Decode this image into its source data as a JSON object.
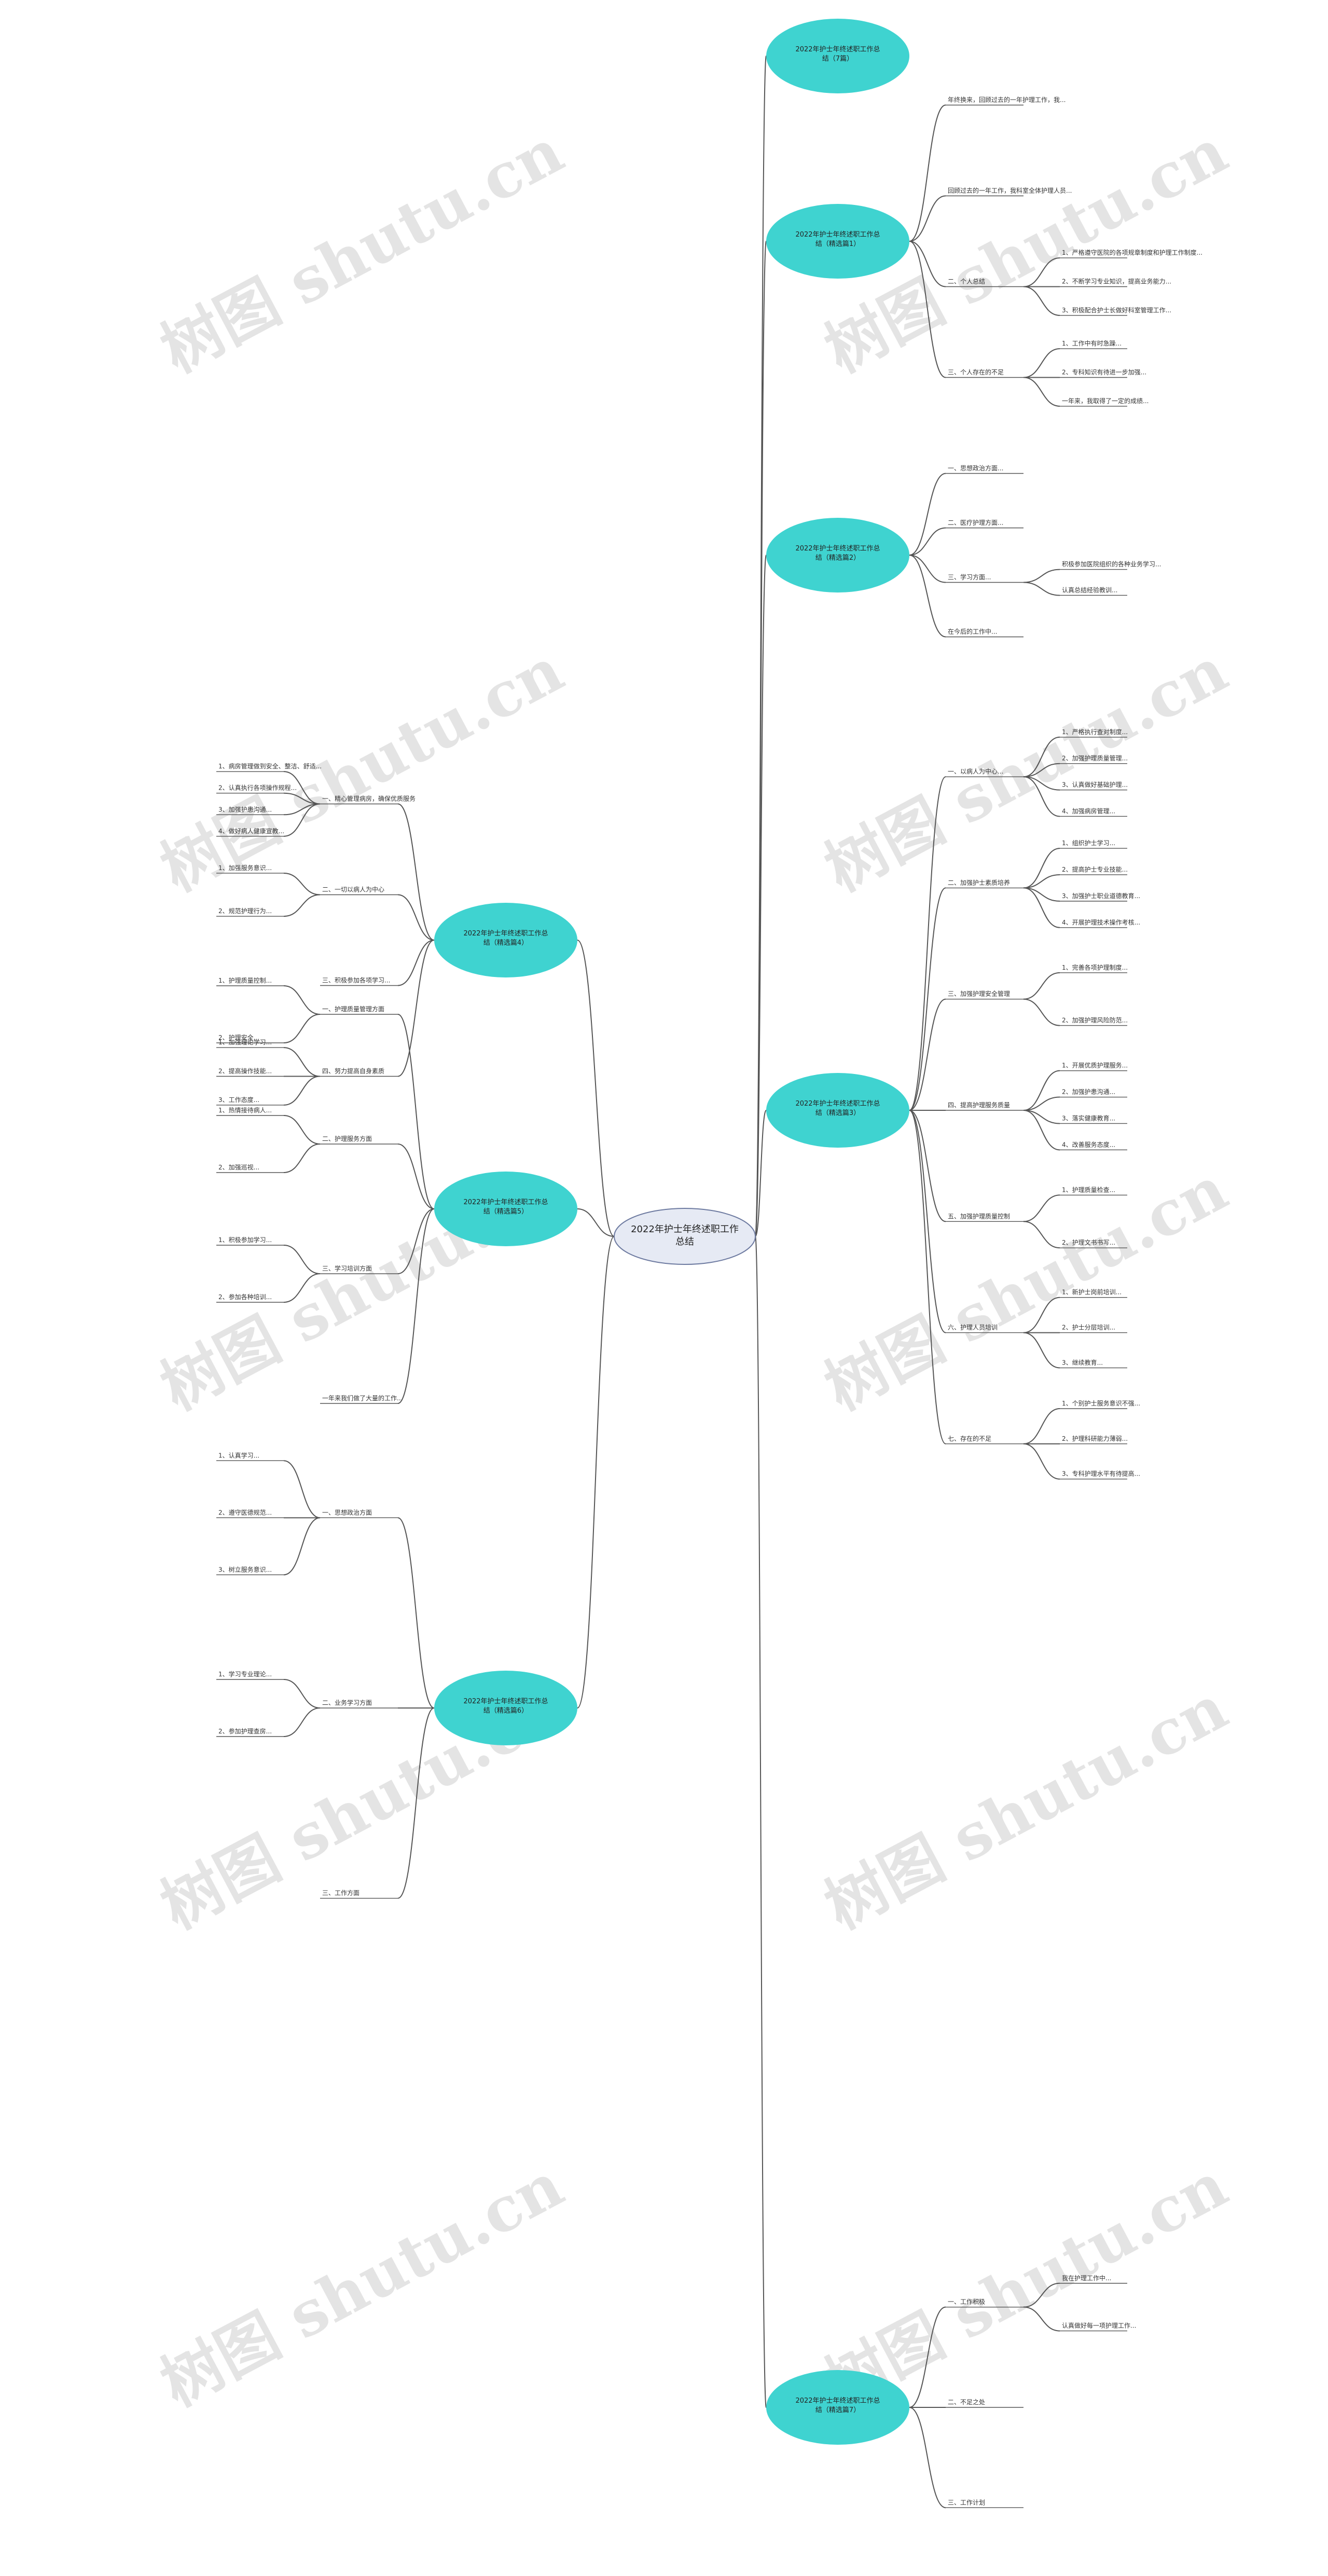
{
  "watermark": "树图 shutu.cn",
  "colors": {
    "topic_fill": "#3fd3d0",
    "root_fill": "#e6eaf4",
    "line": "#555555"
  },
  "root": "2022年护士年终述职工作总结",
  "branches": [
    {
      "title": "2022年护士年终述职工作总结（7篇）",
      "children": []
    },
    {
      "title": "2022年护士年终述职工作总结（精选篇1）",
      "children": [
        {
          "text": "年终换来，回顾过去的一年护理工作，我...",
          "children": []
        },
        {
          "text": "回顾过去的一年工作，我科室全体护理人员...",
          "children": []
        },
        {
          "text": "二、个人总结",
          "children": [
            {
              "text": "1、严格遵守医院的各项规章制度和护理工作制度...",
              "children": []
            },
            {
              "text": "2、不断学习专业知识，提高业务能力...",
              "children": []
            },
            {
              "text": "3、积极配合护士长做好科室管理工作...",
              "children": []
            }
          ]
        },
        {
          "text": "三、个人存在的不足",
          "children": [
            {
              "text": "1、工作中有时急躁...",
              "children": []
            },
            {
              "text": "2、专科知识有待进一步加强...",
              "children": []
            },
            {
              "text": "一年来，我取得了一定的成绩...",
              "children": []
            }
          ]
        }
      ]
    },
    {
      "title": "2022年护士年终述职工作总结（精选篇2）",
      "children": [
        {
          "text": "一、思想政治方面...",
          "children": []
        },
        {
          "text": "二、医疗护理方面...",
          "children": []
        },
        {
          "text": "三、学习方面...",
          "children": [
            {
              "text": "积极参加医院组织的各种业务学习...",
              "children": []
            },
            {
              "text": "认真总结经验教训...",
              "children": []
            }
          ]
        },
        {
          "text": "在今后的工作中...",
          "children": []
        }
      ]
    },
    {
      "title": "2022年护士年终述职工作总结（精选篇3）",
      "children": [
        {
          "text": "一、以病人为中心...",
          "children": [
            {
              "text": "1、严格执行查对制度...",
              "children": []
            },
            {
              "text": "2、加强护理质量管理...",
              "children": []
            },
            {
              "text": "3、认真做好基础护理...",
              "children": []
            },
            {
              "text": "4、加强病房管理...",
              "children": []
            }
          ]
        },
        {
          "text": "二、加强护士素质培养",
          "children": [
            {
              "text": "1、组织护士学习...",
              "children": []
            },
            {
              "text": "2、提高护士专业技能...",
              "children": []
            },
            {
              "text": "3、加强护士职业道德教育...",
              "children": []
            },
            {
              "text": "4、开展护理技术操作考核...",
              "children": []
            }
          ]
        },
        {
          "text": "三、加强护理安全管理",
          "children": [
            {
              "text": "1、完善各项护理制度...",
              "children": []
            },
            {
              "text": "2、加强护理风险防范...",
              "children": []
            }
          ]
        },
        {
          "text": "四、提高护理服务质量",
          "children": [
            {
              "text": "1、开展优质护理服务...",
              "children": []
            },
            {
              "text": "2、加强护患沟通...",
              "children": []
            },
            {
              "text": "3、落实健康教育...",
              "children": []
            },
            {
              "text": "4、改善服务态度...",
              "children": []
            }
          ]
        },
        {
          "text": "五、加强护理质量控制",
          "children": [
            {
              "text": "1、护理质量检查...",
              "children": []
            },
            {
              "text": "2、护理文书书写...",
              "children": []
            }
          ]
        },
        {
          "text": "六、护理人员培训",
          "children": [
            {
              "text": "1、新护士岗前培训...",
              "children": []
            },
            {
              "text": "2、护士分层培训...",
              "children": []
            },
            {
              "text": "3、继续教育...",
              "children": []
            }
          ]
        },
        {
          "text": "七、存在的不足",
          "children": [
            {
              "text": "1、个别护士服务意识不强...",
              "children": []
            },
            {
              "text": "2、护理科研能力薄弱...",
              "children": []
            },
            {
              "text": "3、专科护理水平有待提高...",
              "children": []
            }
          ]
        }
      ]
    },
    {
      "title": "2022年护士年终述职工作总结（精选篇4）",
      "children": [
        {
          "text": "一、精心管理病房，确保优质服务",
          "children": [
            {
              "text": "1、病房管理做到安全、整洁、舒适...",
              "children": []
            },
            {
              "text": "2、认真执行各项操作规程...",
              "children": []
            },
            {
              "text": "3、加强护患沟通...",
              "children": []
            },
            {
              "text": "4、做好病人健康宣教...",
              "children": []
            }
          ]
        },
        {
          "text": "二、一切以病人为中心",
          "children": [
            {
              "text": "1、加强服务意识...",
              "children": []
            },
            {
              "text": "2、规范护理行为...",
              "children": []
            }
          ]
        },
        {
          "text": "三、积极参加各项学习...",
          "children": []
        },
        {
          "text": "四、努力提高自身素质",
          "children": [
            {
              "text": "1、加强理论学习...",
              "children": []
            },
            {
              "text": "2、提高操作技能...",
              "children": []
            },
            {
              "text": "3、工作态度...",
              "children": []
            }
          ]
        }
      ]
    },
    {
      "title": "2022年护士年终述职工作总结（精选篇5）",
      "children": [
        {
          "text": "一、护理质量管理方面",
          "children": [
            {
              "text": "1、护理质量控制...",
              "children": []
            },
            {
              "text": "2、护理安全...",
              "children": []
            }
          ]
        },
        {
          "text": "二、护理服务方面",
          "children": [
            {
              "text": "1、热情接待病人...",
              "children": []
            },
            {
              "text": "2、加强巡视...",
              "children": []
            }
          ]
        },
        {
          "text": "三、学习培训方面",
          "children": [
            {
              "text": "1、积极参加学习...",
              "children": []
            },
            {
              "text": "2、参加各种培训...",
              "children": []
            }
          ]
        },
        {
          "text": "一年来我们做了大量的工作...",
          "children": []
        }
      ]
    },
    {
      "title": "2022年护士年终述职工作总结（精选篇6）",
      "children": [
        {
          "text": "一、思想政治方面",
          "children": [
            {
              "text": "1、认真学习...",
              "children": []
            },
            {
              "text": "2、遵守医德规范...",
              "children": []
            },
            {
              "text": "3、树立服务意识...",
              "children": []
            }
          ]
        },
        {
          "text": "二、业务学习方面",
          "children": [
            {
              "text": "1、学习专业理论...",
              "children": []
            },
            {
              "text": "2、参加护理查房...",
              "children": []
            }
          ]
        },
        {
          "text": "三、工作方面",
          "children": []
        }
      ]
    },
    {
      "title": "2022年护士年终述职工作总结（精选篇7）",
      "children": [
        {
          "text": "一、工作积极",
          "children": [
            {
              "text": "我在护理工作中...",
              "children": []
            },
            {
              "text": "认真做好每一项护理工作...",
              "children": []
            }
          ]
        },
        {
          "text": "二、不足之处",
          "children": []
        },
        {
          "text": "三、工作计划",
          "children": []
        }
      ]
    }
  ]
}
